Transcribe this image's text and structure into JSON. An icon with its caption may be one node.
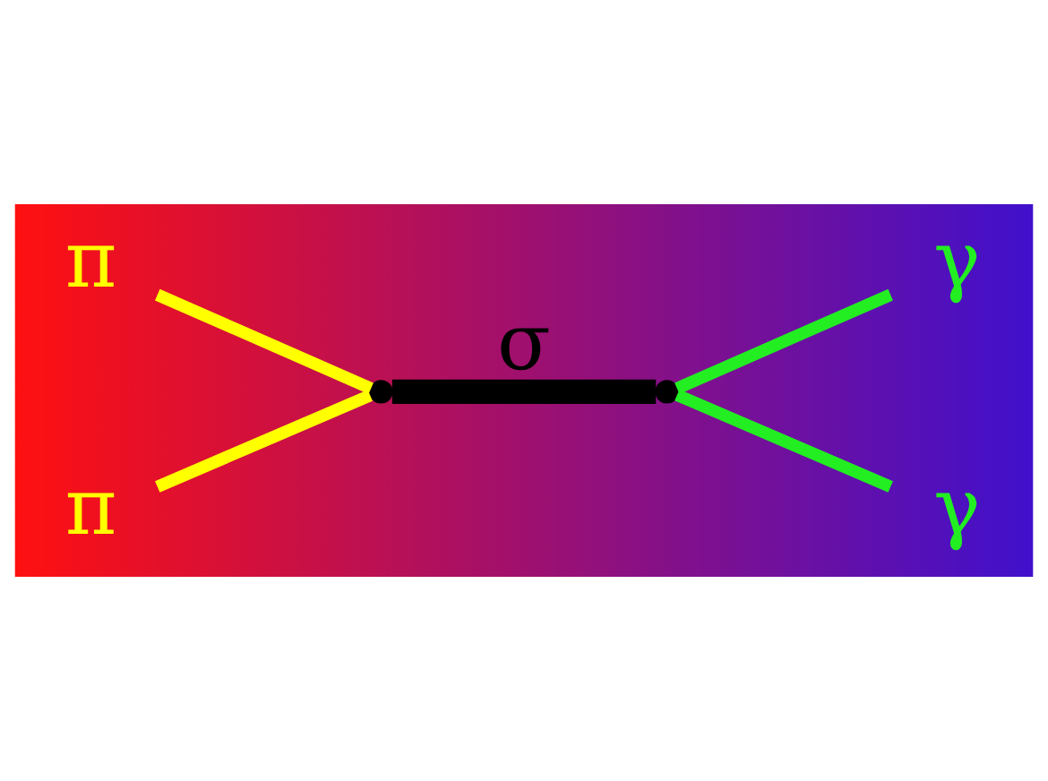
{
  "diagram": {
    "nodes": [
      {
        "text": [
          "π"
        ]
      },
      {
        "text": [
          "π"
        ]
      },
      {
        "text": [],
        "shape": "point"
      },
      {
        "text": [],
        "shape": "point"
      },
      {
        "text": [
          "γ"
        ]
      },
      {
        "text": [
          "γ"
        ]
      }
    ],
    "edges": [
      {
        "from": 0,
        "to": 2,
        "arrow": "none",
        "color": "#ffff00"
      },
      {
        "from": 1,
        "to": 2,
        "arrow": "none",
        "color": "#ffff00"
      },
      {
        "from": 2,
        "to": 3,
        "arrow": "none",
        "label": "σ",
        "style": "thick",
        "color": "#000000"
      },
      {
        "from": 3,
        "to": 4,
        "arrow": "none",
        "color": "#22ee22"
      },
      {
        "from": 3,
        "to": 5,
        "arrow": "none",
        "color": "#22ee22"
      }
    ]
  }
}
